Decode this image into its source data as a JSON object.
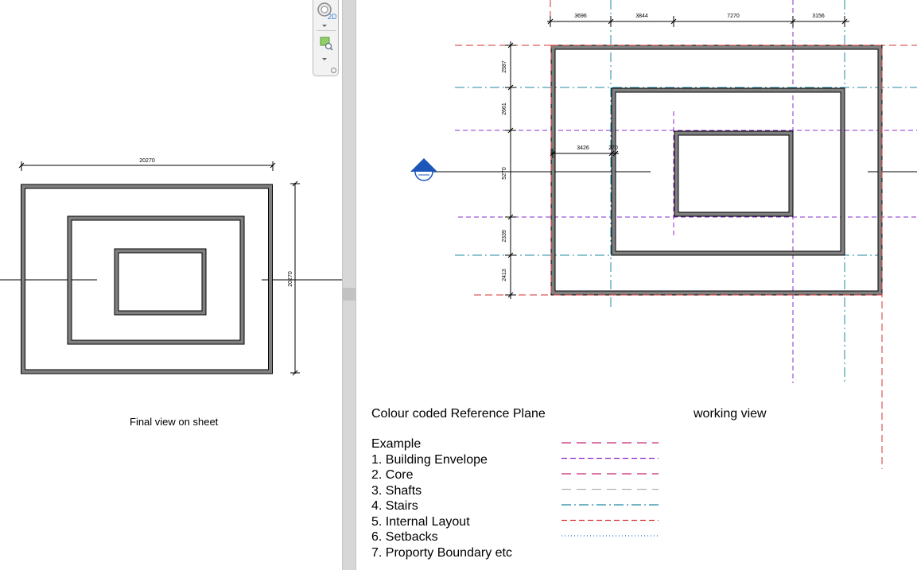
{
  "left_view": {
    "caption": "Final view on sheet",
    "dim_width": "20270",
    "dim_height": "20270"
  },
  "right_view": {
    "title": "Colour coded Reference Plane",
    "subtitle": "working view",
    "dims_top": [
      "3696",
      "3844",
      "7270",
      "3156"
    ],
    "dims_left": [
      "2587",
      "2661",
      "5270",
      "2339",
      "2413"
    ],
    "dims_inner": [
      "3426",
      "270"
    ]
  },
  "legend": {
    "items": [
      {
        "label": "Example",
        "color": "#c8287a",
        "style": "long-dash"
      },
      {
        "label": "1. Building Envelope",
        "color": "#8a2bd0",
        "style": "dash"
      },
      {
        "label": "2. Core",
        "color": "#c8287a",
        "style": "long-dash"
      },
      {
        "label": "3. Shafts",
        "color": "#b4b4b4",
        "style": "long-dash"
      },
      {
        "label": "4. Stairs",
        "color": "#1f8aa0",
        "style": "dash-dot"
      },
      {
        "label": "5. Internal Layout",
        "color": "#d43030",
        "style": "dash"
      },
      {
        "label": "6. Setbacks",
        "color": "#2a6fd0",
        "style": "dot"
      },
      {
        "label": "7. Proporty Boundary etc",
        "color": "",
        "style": "none"
      }
    ]
  },
  "nav_bar": {
    "wheel_icon": "steering-wheel-2d-icon",
    "zoom_icon": "zoom-region-icon",
    "wheel_badge": "2D"
  },
  "colors": {
    "wall": "#7f7f7f",
    "envelope_red": "#d43030",
    "purple": "#8a2bd0",
    "teal": "#1f8aa0",
    "elevation_marker": "#1b56b8",
    "splitter": "#d7d7d7"
  }
}
